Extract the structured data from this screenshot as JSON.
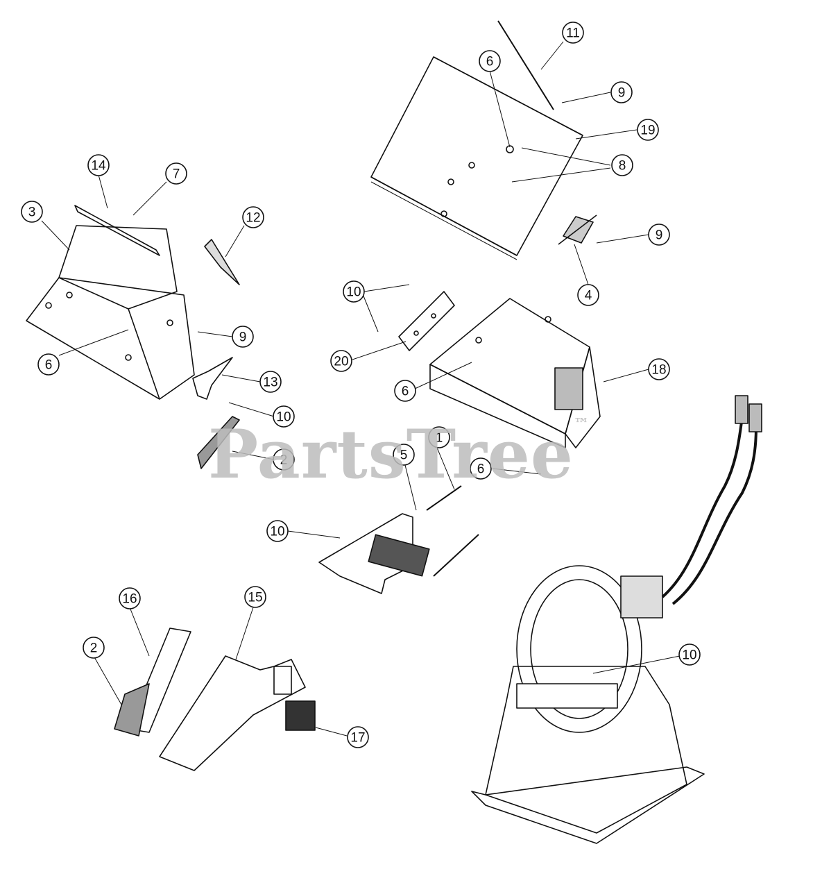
{
  "diagram": {
    "watermark": "PartsTree",
    "watermark_mark": "™",
    "callouts": [
      {
        "id": "c11",
        "label": "11"
      },
      {
        "id": "c6a",
        "label": "6"
      },
      {
        "id": "c9a",
        "label": "9"
      },
      {
        "id": "c19",
        "label": "19"
      },
      {
        "id": "c8",
        "label": "8"
      },
      {
        "id": "c9b",
        "label": "9"
      },
      {
        "id": "c4",
        "label": "4"
      },
      {
        "id": "c14",
        "label": "14"
      },
      {
        "id": "c7",
        "label": "7"
      },
      {
        "id": "c3",
        "label": "3"
      },
      {
        "id": "c12",
        "label": "12"
      },
      {
        "id": "c9c",
        "label": "9"
      },
      {
        "id": "c6b",
        "label": "6"
      },
      {
        "id": "c13",
        "label": "13"
      },
      {
        "id": "c10a",
        "label": "10"
      },
      {
        "id": "c2a",
        "label": "2"
      },
      {
        "id": "c10b",
        "label": "10"
      },
      {
        "id": "c20",
        "label": "20"
      },
      {
        "id": "c6c",
        "label": "6"
      },
      {
        "id": "c18",
        "label": "18"
      },
      {
        "id": "c1",
        "label": "1"
      },
      {
        "id": "c5",
        "label": "5"
      },
      {
        "id": "c6d",
        "label": "6"
      },
      {
        "id": "c10c",
        "label": "10"
      },
      {
        "id": "c16",
        "label": "16"
      },
      {
        "id": "c15",
        "label": "15"
      },
      {
        "id": "c2b",
        "label": "2"
      },
      {
        "id": "c17",
        "label": "17"
      },
      {
        "id": "c10d",
        "label": "10"
      }
    ]
  }
}
